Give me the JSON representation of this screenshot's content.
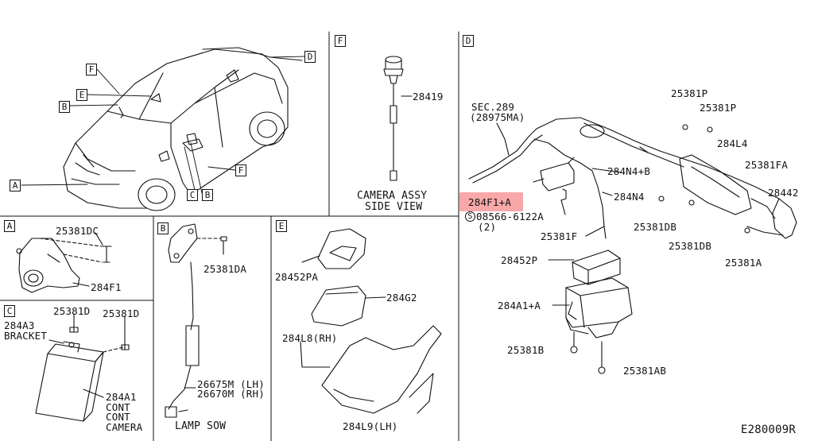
{
  "highlight_color": "#f8a8a8",
  "callouts": {
    "A": "A",
    "B": "B",
    "C": "C",
    "D": "D",
    "E": "E",
    "F": "F"
  },
  "panels": {
    "A": {
      "parts": [
        "25381DC",
        "284F1"
      ]
    },
    "B": {
      "parts": [
        "25381DA",
        "26675M (LH)",
        "26670M (RH)"
      ],
      "caption": "LAMP SOW"
    },
    "C": {
      "parts": [
        "25381D",
        "25381D",
        "284A3",
        "BRACKET",
        "284A1",
        "CONT",
        "CONT",
        "CAMERA"
      ]
    },
    "E": {
      "parts": [
        "28452PA",
        "284G2",
        "284L8(RH)",
        "284L9(LH)"
      ]
    },
    "F": {
      "parts": [
        "28419"
      ],
      "caption_line1": "CAMERA ASSY",
      "caption_line2": "SIDE VIEW"
    },
    "D": {
      "sec_line1": "SEC.289",
      "sec_line2": "(28975MA)",
      "highlighted_part": "284F1+A",
      "screw_symbol": "S",
      "screw_code": "08566-6122A",
      "screw_qty": "(2)",
      "parts": [
        "25381P",
        "25381P",
        "284L4",
        "284N4+B",
        "25381FA",
        "284N4",
        "28442",
        "25381DB",
        "25381DB",
        "25381F",
        "25381A",
        "28452P",
        "284A1+A",
        "25381B",
        "25381AB"
      ]
    }
  },
  "diagram_code": "E280009R"
}
